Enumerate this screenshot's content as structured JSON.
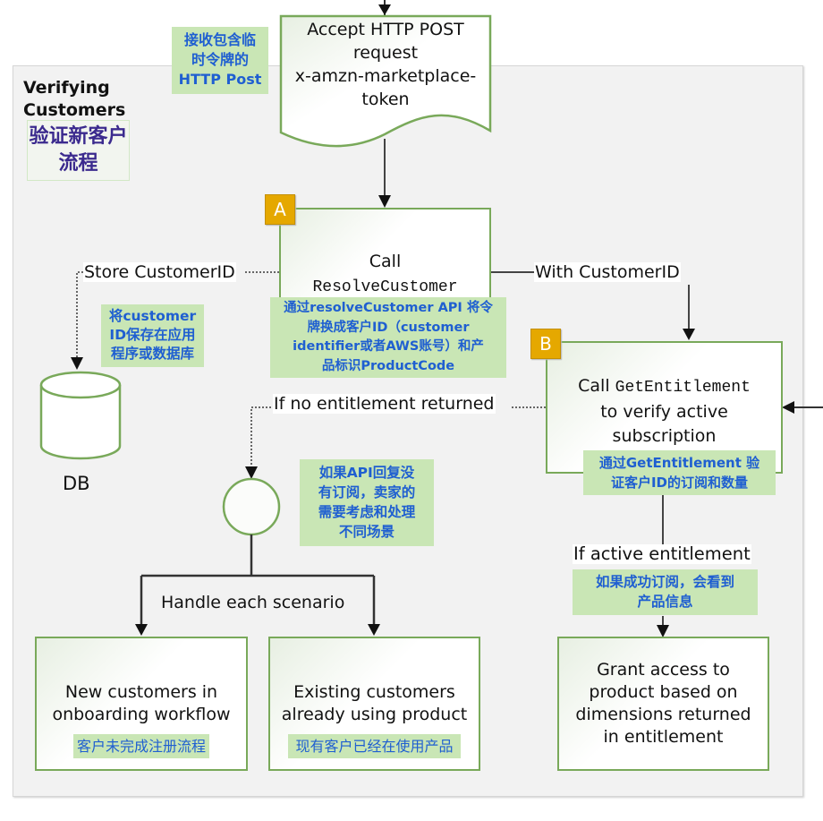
{
  "panel": {
    "title": "Verifying Customers",
    "title_cn": "验证新客户流程"
  },
  "nodes": {
    "accept_post": {
      "lines": [
        "Accept HTTP POST",
        "request",
        "x-amzn-marketplace-",
        "token"
      ],
      "note_cn": [
        "接收包含临",
        "时令牌的",
        "HTTP Post"
      ]
    },
    "resolve_customer": {
      "badge": "A",
      "line1": "Call",
      "api": "ResolveCustomer",
      "note_cn": [
        "通过resolveCustomer API 将令",
        "牌换成客户ID（customer",
        "identifier或者AWS账号）和产",
        "品标识ProductCode"
      ]
    },
    "db": {
      "label": "DB",
      "note_cn": [
        "将customer",
        "ID保存在应用",
        "程序或数据库"
      ]
    },
    "get_entitlement": {
      "badge": "B",
      "call": "Call",
      "api": "GetEntitlement",
      "rest": [
        "to verify active",
        "subscription"
      ],
      "note_cn": [
        "通过GetEntitlement 验",
        "证客户ID的订阅和数量"
      ]
    },
    "decision": {
      "note_cn": [
        "如果API回复没",
        "有订阅，卖家的",
        "需要考虑和处理",
        "不同场景"
      ]
    },
    "new_customers": {
      "lines": [
        "New customers in",
        "onboarding workflow"
      ],
      "note_cn": "客户未完成注册流程"
    },
    "existing_customers": {
      "lines": [
        "Existing customers",
        "already using product"
      ],
      "note_cn": "现有客户已经在使用产品"
    },
    "grant_access": {
      "lines": [
        "Grant access to",
        "product based on",
        "dimensions returned",
        "in entitlement"
      ]
    }
  },
  "edges": {
    "store_customer_id": "Store CustomerID",
    "with_customer_id": "With CustomerID",
    "no_entitlement": "If no entitlement returned",
    "handle_each": "Handle each scenario",
    "active_entitlement": "If active entitlement",
    "active_entitlement_cn": [
      "如果成功订阅，会看到",
      "产品信息"
    ]
  },
  "colors": {
    "panel_bg": "#f2f2f2",
    "node_border": "#79a95a",
    "note_bg": "#c9e6b5",
    "note_text": "#1f5fd1",
    "badge": "#e5a800",
    "title_cn": "#3b2a8e"
  }
}
